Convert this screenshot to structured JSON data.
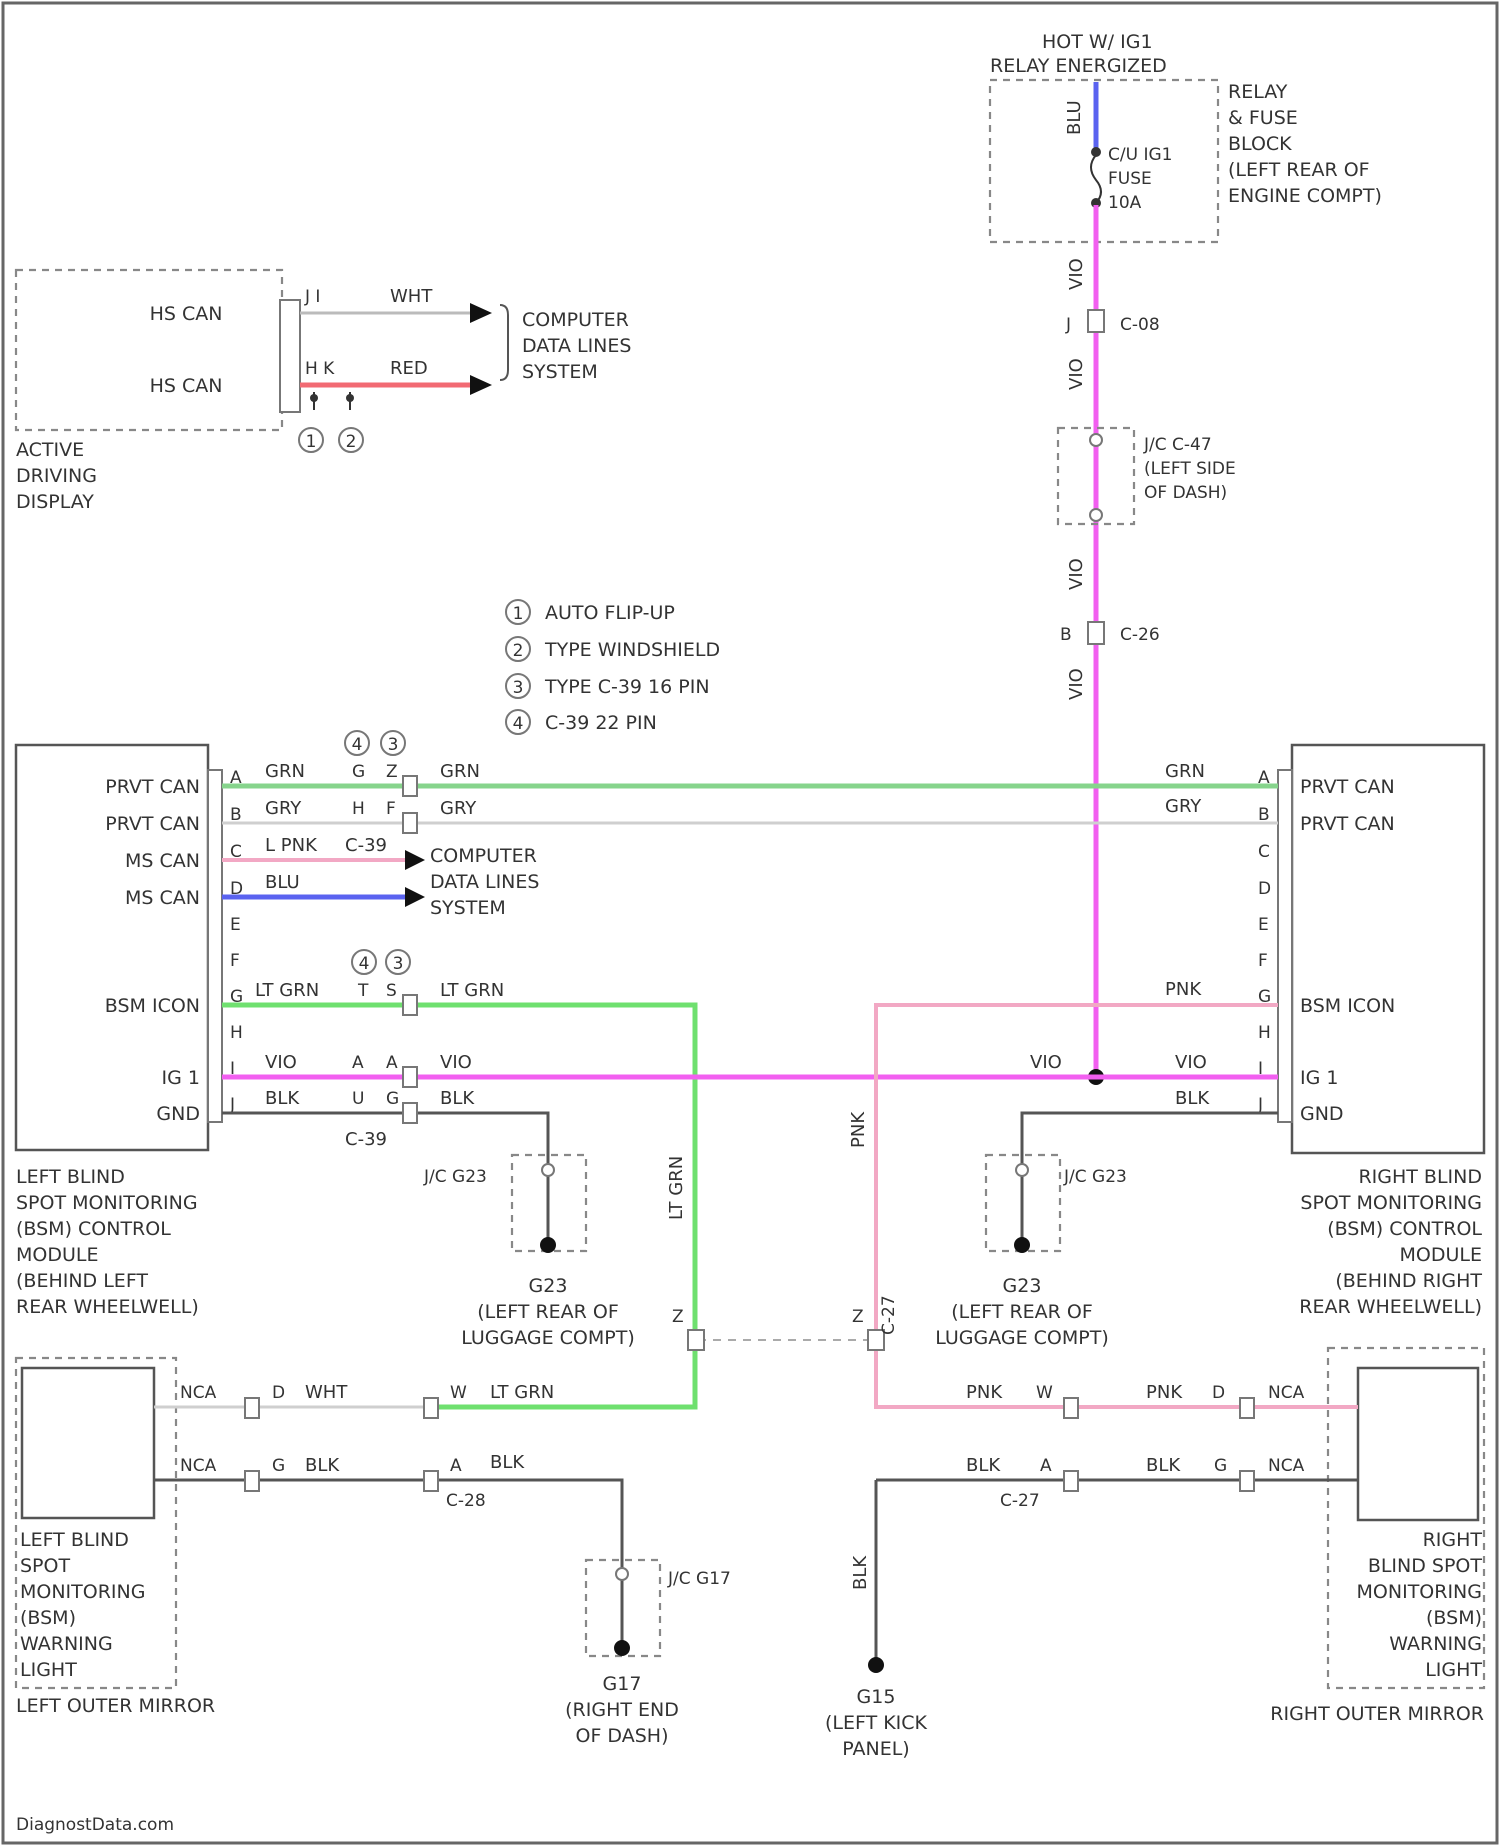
{
  "hot_label": [
    "HOT W/ IG1",
    "RELAY ENERGIZED"
  ],
  "relay_block": {
    "title": [
      "RELAY",
      "& FUSE",
      "BLOCK",
      "(LEFT REAR OF",
      "ENGINE COMPT)"
    ],
    "wire_top": "BLU",
    "fuse": [
      "C/U IG1",
      "FUSE",
      "10A"
    ]
  },
  "vertical_feed": {
    "wire": "VIO",
    "c08_pin": "J",
    "c08": "C-08",
    "jc_c47": [
      "J/C C-47",
      "(LEFT SIDE",
      "OF DASH)"
    ],
    "c26_pin": "B",
    "c26": "C-26"
  },
  "add": {
    "name": [
      "ACTIVE",
      "DRIVING",
      "DISPLAY"
    ],
    "rows": [
      {
        "label": "HS CAN",
        "pins": "J  I",
        "wire": "WHT",
        "color": "#bbbbbb"
      },
      {
        "label": "HS CAN",
        "pins": "H  K",
        "wire": "RED",
        "color": "#f26a73"
      }
    ],
    "notes": [
      "1",
      "2"
    ],
    "dest": [
      "COMPUTER",
      "DATA LINES",
      "SYSTEM"
    ]
  },
  "legend": [
    {
      "num": "1",
      "text": "AUTO FLIP-UP"
    },
    {
      "num": "2",
      "text": "TYPE WINDSHIELD"
    },
    {
      "num": "3",
      "text": "TYPE C-39 16 PIN"
    },
    {
      "num": "4",
      "text": "C-39 22 PIN"
    }
  ],
  "left_module": {
    "pins": [
      {
        "label": "PRVT CAN",
        "pin": "A"
      },
      {
        "label": "PRVT CAN",
        "pin": "B"
      },
      {
        "label": "MS CAN",
        "pin": "C"
      },
      {
        "label": "MS CAN",
        "pin": "D"
      },
      {
        "label": "",
        "pin": "E"
      },
      {
        "label": "",
        "pin": "F"
      },
      {
        "label": "BSM ICON",
        "pin": "G"
      },
      {
        "label": "",
        "pin": "H"
      },
      {
        "label": "IG 1",
        "pin": "I"
      },
      {
        "label": "GND",
        "pin": "J"
      }
    ],
    "name": [
      "LEFT BLIND",
      "SPOT MONITORING",
      "(BSM) CONTROL",
      "MODULE",
      "(BEHIND LEFT",
      "REAR WHEELWELL)"
    ]
  },
  "right_module": {
    "pins": [
      {
        "label": "PRVT CAN",
        "pin": "A"
      },
      {
        "label": "PRVT CAN",
        "pin": "B"
      },
      {
        "label": "",
        "pin": "C"
      },
      {
        "label": "",
        "pin": "D"
      },
      {
        "label": "",
        "pin": "E"
      },
      {
        "label": "",
        "pin": "F"
      },
      {
        "label": "BSM ICON",
        "pin": "G"
      },
      {
        "label": "",
        "pin": "H"
      },
      {
        "label": "IG 1",
        "pin": "I"
      },
      {
        "label": "GND",
        "pin": "J"
      }
    ],
    "name": [
      "RIGHT BLIND",
      "SPOT MONITORING",
      "(BSM) CONTROL",
      "MODULE",
      "(BEHIND RIGHT",
      "REAR WHEELWELL)"
    ]
  },
  "wires": {
    "grn": "GRN",
    "gry": "GRY",
    "lpnk": "L PNK",
    "blu": "BLU",
    "ltgrn": "LT GRN",
    "vio": "VIO",
    "blk": "BLK",
    "pnk": "PNK",
    "wht": "WHT",
    "c39": "C-39",
    "a_pins": [
      "G",
      "Z",
      "H",
      "F",
      "T",
      "S",
      "A",
      "A",
      "U",
      "G"
    ]
  },
  "ms_dest": [
    "COMPUTER",
    "DATA LINES",
    "SYSTEM"
  ],
  "grounds": {
    "jc_g23_left": "J/C G23",
    "jc_g23_right": "J/C G23",
    "g23_left": [
      "G23",
      "(LEFT REAR OF",
      "LUGGAGE COMPT)"
    ],
    "g23_right": [
      "G23",
      "(LEFT REAR OF",
      "LUGGAGE COMPT)"
    ],
    "jc_g17": "J/C G17",
    "g17": [
      "G17",
      "(RIGHT END",
      "OF DASH)"
    ],
    "g15": [
      "G15",
      "(LEFT KICK",
      "PANEL)"
    ]
  },
  "mid": {
    "ltgrn_vert": "LT GRN",
    "pnk_vert": "PNK",
    "c28_pin": "Z",
    "c27_pin": "Z",
    "c28": "C-28",
    "c27": "C-27"
  },
  "mirrors": {
    "left_name": [
      "LEFT BLIND",
      "SPOT",
      "MONITORING",
      "(BSM)",
      "WARNING",
      "LIGHT"
    ],
    "left_loc": "LEFT OUTER MIRROR",
    "right_name": [
      "RIGHT",
      "BLIND SPOT",
      "MONITORING",
      "(BSM)",
      "WARNING",
      "LIGHT"
    ],
    "right_loc": "RIGHT OUTER MIRROR",
    "nca": "NCA",
    "left_pins": [
      "D",
      "G",
      "W",
      "A"
    ],
    "right_pins": [
      "W",
      "A",
      "D",
      "G"
    ]
  },
  "watermark": "DiagnostData.com",
  "colors": {
    "grn": "#86d48c",
    "gry": "#cfcfcf",
    "pnk": "#f2a8c4",
    "blu": "#5a63f0",
    "ltgrn": "#6fe06f",
    "vio": "#f25ff0",
    "blk": "#555555"
  }
}
